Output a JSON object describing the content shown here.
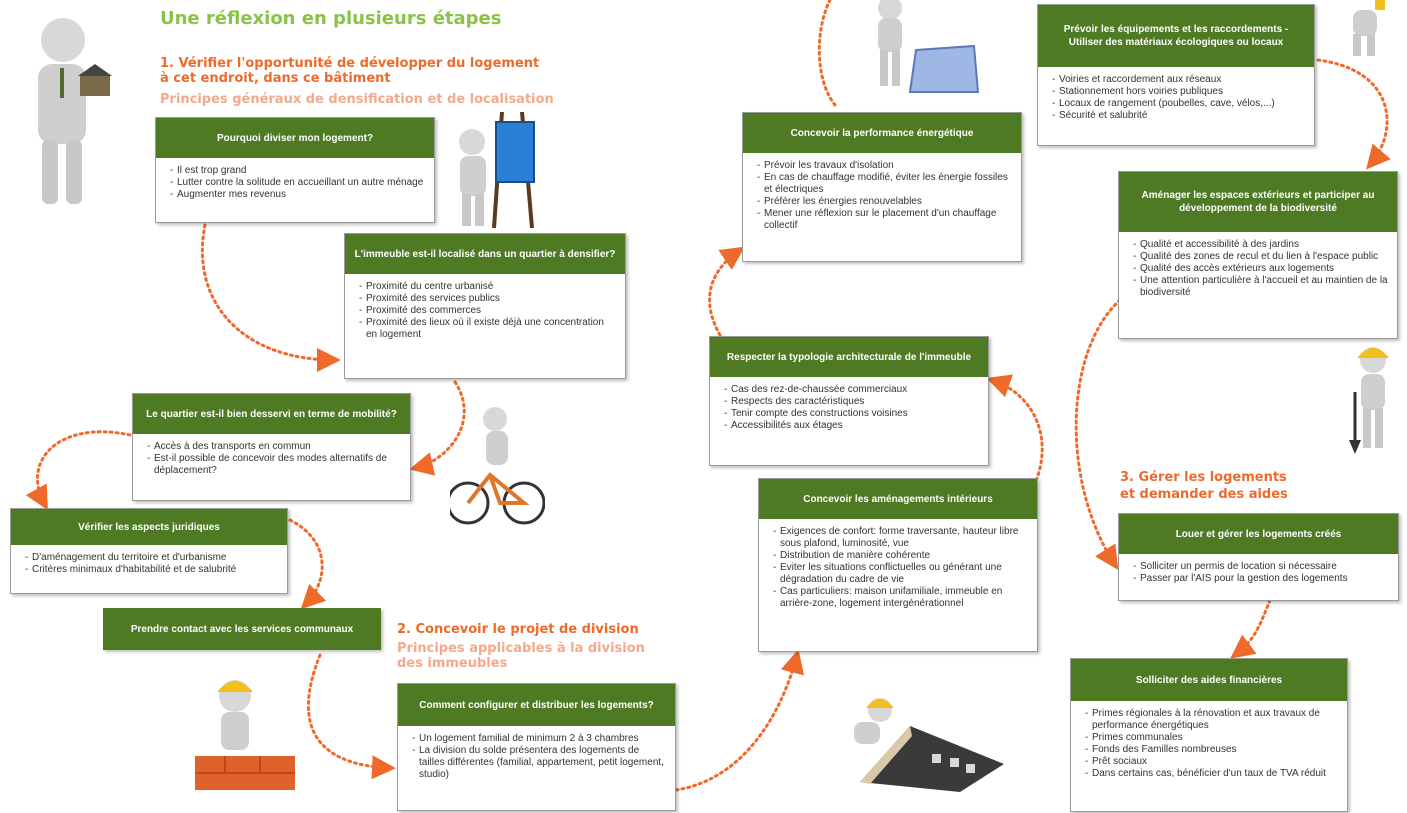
{
  "main_title": "Une réflexion en plusieurs étapes",
  "section1": {
    "title_line1": "1. Vérifier l'opportunité de développer du logement",
    "title_line2": "à cet endroit, dans ce bâtiment",
    "subtitle": "Principes généraux de densification et de localisation"
  },
  "section2": {
    "title": "2. Concevoir le projet de division",
    "subtitle_line1": "Principes applicables à la division",
    "subtitle_line2": "des immeubles"
  },
  "section3": {
    "title_line1": "3. Gérer les logements",
    "title_line2": "et demander des aides"
  },
  "boxes": {
    "pourquoi": {
      "title": "Pourquoi diviser mon logement?",
      "items": [
        "Il est trop grand",
        "Lutter contre la solitude en accueillant un autre ménage",
        "Augmenter mes revenus"
      ]
    },
    "quartier": {
      "title": "L'immeuble est-il localisé dans un quartier à densifier?",
      "items": [
        "Proximité du centre urbanisé",
        "Proximité des services publics",
        "Proximité des commerces",
        "Proximité des lieux où il existe déjà une concentration en logement"
      ]
    },
    "mobilite": {
      "title": "Le quartier est-il bien desservi en terme de mobilité?",
      "items": [
        "Accès à des transports en commun",
        "Est-il possible de concevoir des modes alternatifs de déplacement?"
      ]
    },
    "juridique": {
      "title": "Vérifier les aspects juridiques",
      "items": [
        "D'aménagement du territoire et d'urbanisme",
        "Critères minimaux d'habitabilité et de salubrité"
      ]
    },
    "contact": {
      "title": "Prendre contact avec les services communaux"
    },
    "configurer": {
      "title": "Comment configurer et distribuer les logements?",
      "items": [
        "Un logement familial de minimum 2 à 3 chambres",
        "La division du solde présentera des logements de tailles différentes (familial, appartement, petit logement, studio)"
      ]
    },
    "interieurs": {
      "title": "Concevoir les aménagements intérieurs",
      "items": [
        "Exigences de confort: forme traversante, hauteur libre sous plafond, luminosité, vue",
        "Distribution de manière cohérente",
        "Eviter les situations conflictuelles ou générant une dégradation du cadre de vie",
        "Cas particuliers: maison unifamiliale, immeuble en arrière-zone, logement intergénérationnel"
      ]
    },
    "typologie": {
      "title": "Respecter la typologie architecturale de l'immeuble",
      "items": [
        "Cas des rez-de-chaussée commerciaux",
        "Respects des caractéristiques",
        "Tenir compte des constructions voisines",
        "Accessibilités aux étages"
      ]
    },
    "performance": {
      "title": "Concevoir la performance énergétique",
      "items": [
        "Prévoir les travaux d'isolation",
        "En cas de chauffage modifié, éviter les énergie fossiles et électriques",
        "Préférer les énergies renouvelables",
        "Mener une réflexion sur le placement d'un chauffage collectif"
      ]
    },
    "equipements": {
      "title": "Prévoir les équipements et les raccordements - Utiliser des matériaux écologiques ou locaux",
      "items": [
        "Voiries et raccordement aux réseaux",
        "Stationnement hors voiries publiques",
        "Locaux de rangement (poubelles, cave, vélos,...)",
        "Sécurité et salubrité"
      ]
    },
    "exterieurs": {
      "title": "Aménager les espaces extérieurs et participer au développement de la biodiversité",
      "items": [
        "Qualité et accessibilité à des jardins",
        "Qualité des zones de recul et du lien à l'espace public",
        "Qualité des accès extérieurs aux logements",
        "Une attention particulière à l'accueil et au maintien de la biodiversité"
      ]
    },
    "louer": {
      "title": "Louer et gérer les logements créés",
      "items": [
        "Solliciter un permis de location si nécessaire",
        "Passer par l'AIS pour la gestion des logements"
      ]
    },
    "aides": {
      "title": "Solliciter des aides financières",
      "items": [
        "Primes régionales à la rénovation et aux travaux de performance énergétiques",
        "Primes communales",
        "Fonds des Familles nombreuses",
        "Prêt sociaux",
        "Dans certains cas, bénéficier d'un taux de TVA réduit"
      ]
    },
    "colors": {
      "header_green": "#4f7a24",
      "title_green": "#8bc34a",
      "orange": "#ef6a2a",
      "light_orange": "#f5a98a"
    }
  }
}
